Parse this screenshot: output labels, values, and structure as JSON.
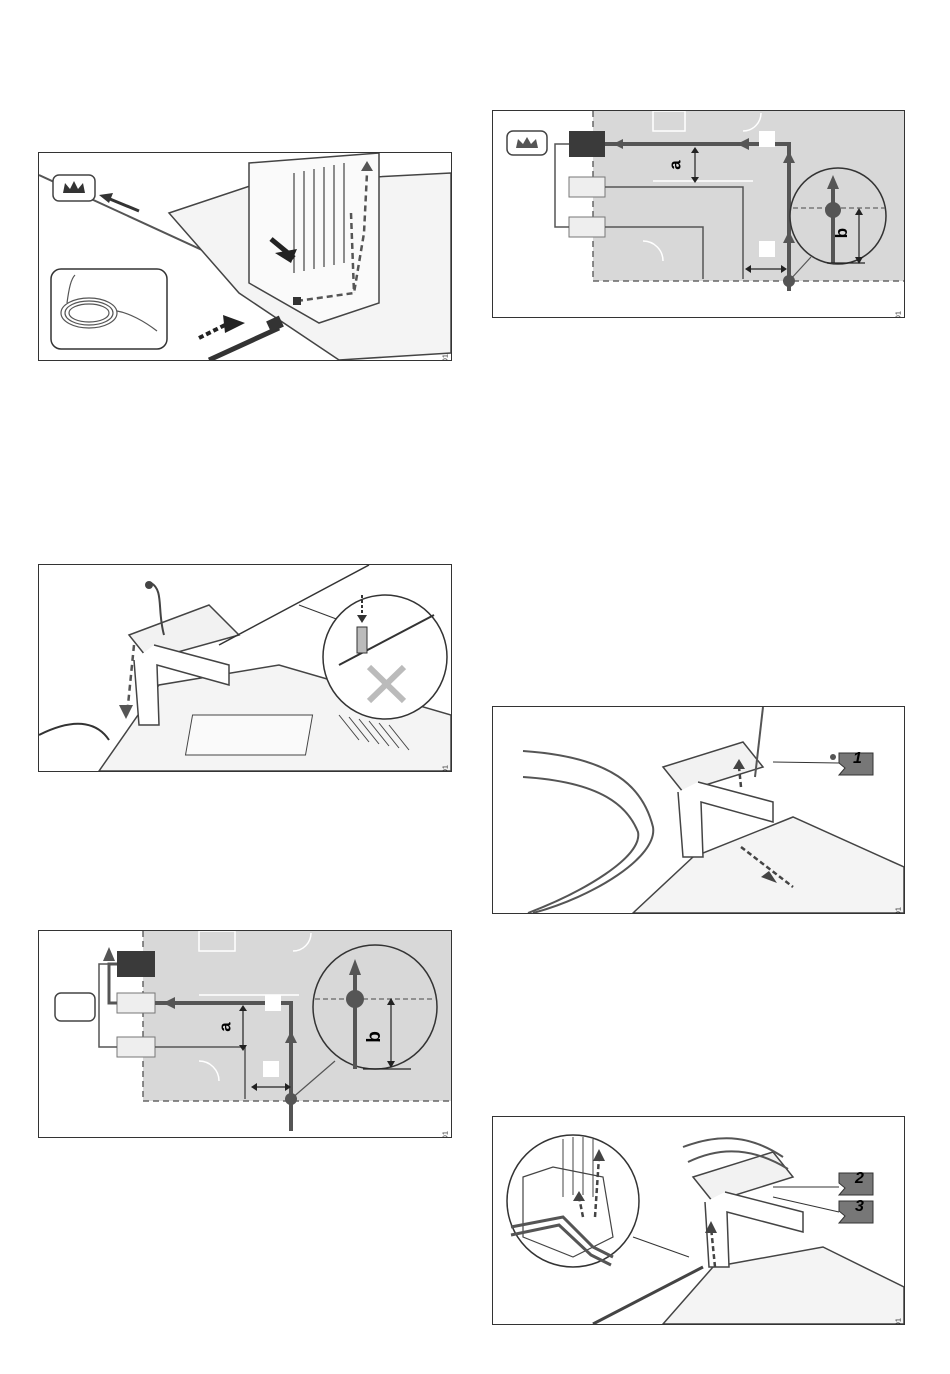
{
  "figures": [
    {
      "id": "fig1",
      "code": "0000103538_001"
    },
    {
      "id": "fig2",
      "code": "0000103638_001",
      "labels": {
        "a": "a",
        "b": "b"
      }
    },
    {
      "id": "fig3",
      "code": "0000103640_001"
    },
    {
      "id": "fig4",
      "code": "0000103639_001",
      "tags": [
        "1"
      ]
    },
    {
      "id": "fig5",
      "code": "0000103637_001",
      "labels": {
        "a": "a",
        "b": "b"
      }
    },
    {
      "id": "fig6",
      "code": "0000103641_001",
      "tags": [
        "2",
        "3"
      ]
    }
  ],
  "colors": {
    "frame": "#333333",
    "lawn": "#d8d8d8",
    "cable": "#555555",
    "dark": "#3a3a3a"
  },
  "icons": [
    "crown-icon",
    "cable-coil-icon",
    "arrow-icon",
    "cross-icon"
  ]
}
